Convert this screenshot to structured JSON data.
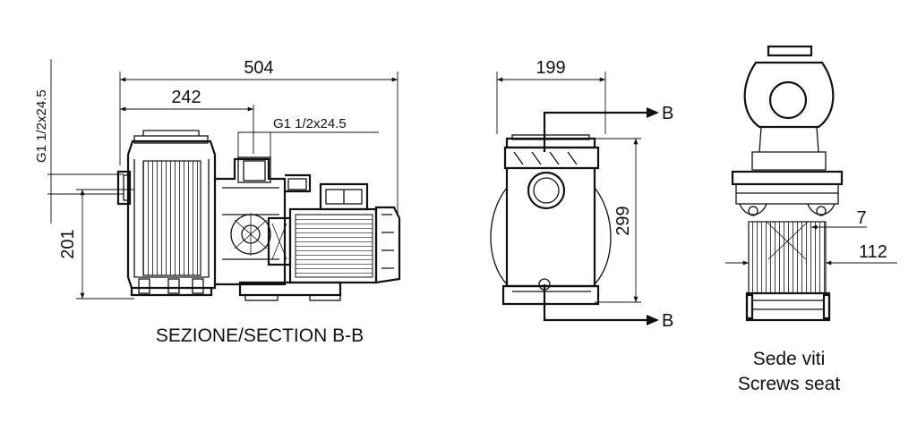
{
  "section_view": {
    "dim_total_length": "504",
    "dim_inlet_offset": "242",
    "dim_outlet_thread": "G1 1/2x24.5",
    "dim_inlet_thread": "G1 1/2x24.5",
    "dim_height": "201",
    "caption": "SEZIONE/SECTION B-B"
  },
  "front_view": {
    "dim_width": "199",
    "dim_height": "299",
    "section_marker_top": "B",
    "section_marker_bottom": "B"
  },
  "screw_seat_view": {
    "dim_small": "7",
    "dim_width": "112",
    "caption_line1": "Sede viti",
    "caption_line2": "Screws seat"
  }
}
